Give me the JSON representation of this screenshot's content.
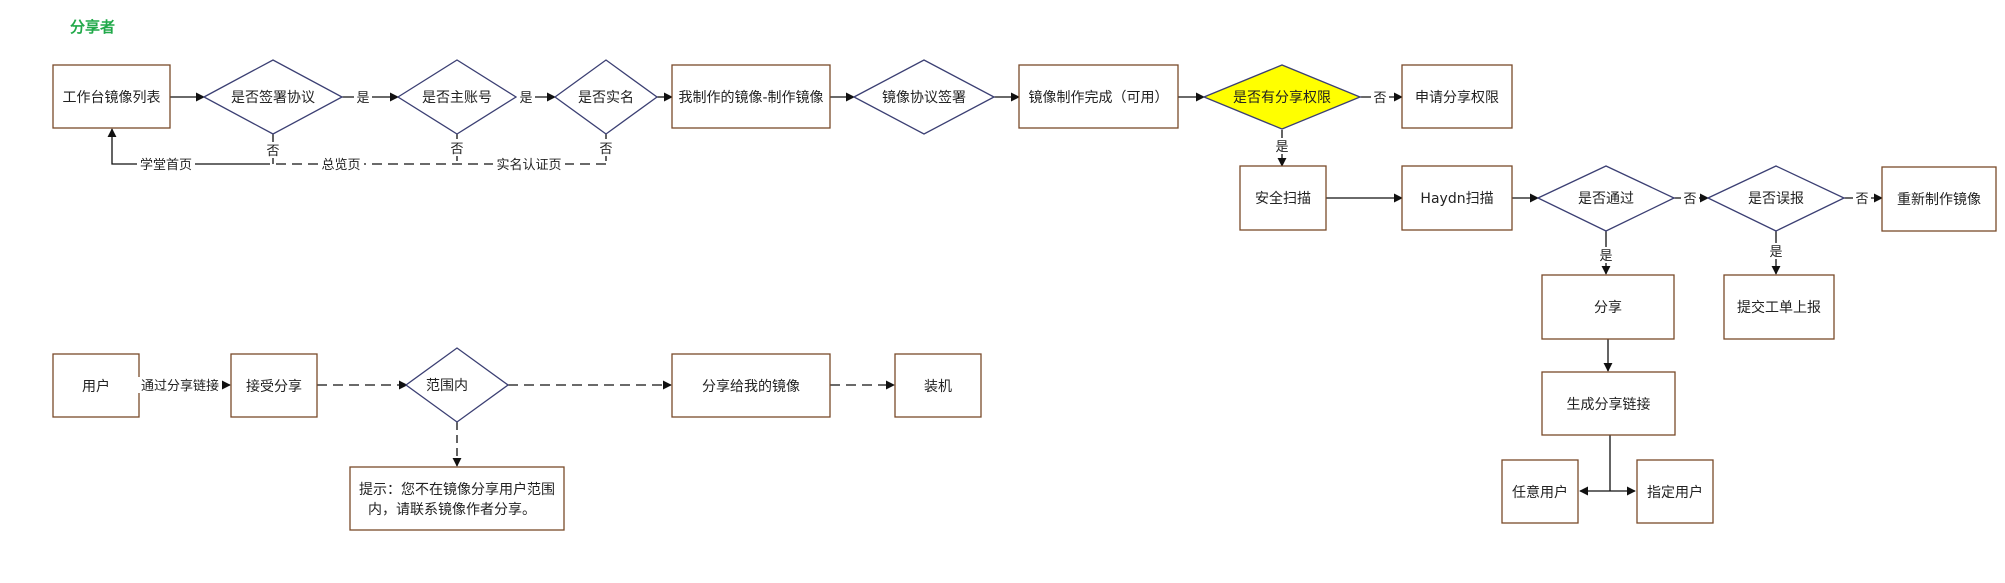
{
  "diagram": {
    "title": "分享者",
    "colors": {
      "box_stroke": "#7a4a2a",
      "diamond_stroke": "#3b3f73",
      "highlight_fill": "#ffff00",
      "title": "#22a94a",
      "edge": "#111111"
    },
    "nodes": {
      "worklist": "工作台镜像列表",
      "sign_agreement": "是否签署协议",
      "main_account": "是否主账号",
      "realname": "是否实名",
      "my_images": "我制作的镜像-制作镜像",
      "image_agreement": "镜像协议签署",
      "image_done": "镜像制作完成（可用）",
      "share_permission": "是否有分享权限",
      "apply_permission": "申请分享权限",
      "security_scan": "安全扫描",
      "haydn_scan": "Haydn扫描",
      "passed": "是否通过",
      "false_report": "是否误报",
      "remake": "重新制作镜像",
      "share": "分享",
      "submit_ticket": "提交工单上报",
      "gen_link": "生成分享链接",
      "any_user": "任意用户",
      "specific_user": "指定用户",
      "user": "用户",
      "accept_share": "接受分享",
      "in_scope": "范围内",
      "shared_to_me": "分享给我的镜像",
      "install": "装机",
      "hint_line1": "提示：您不在镜像分享用户范围",
      "hint_line2": "内，请联系镜像作者分享。"
    },
    "edge_labels": {
      "yes": "是",
      "no": "否",
      "xuetang_home": "学堂首页",
      "overview": "总览页",
      "realname_page": "实名认证页",
      "via_link": "通过分享链接"
    }
  }
}
